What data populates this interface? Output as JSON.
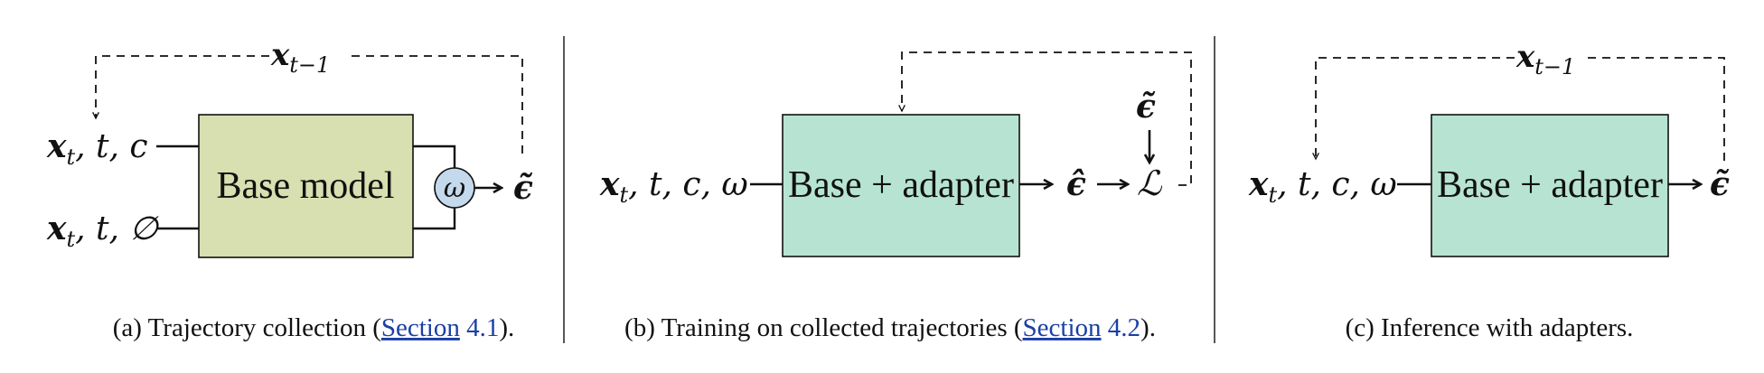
{
  "panel_a": {
    "feedback_label": "x",
    "feedback_sub": "t−1",
    "input_top": {
      "x": "x",
      "sub": "t",
      "rest": ", t, c"
    },
    "input_bottom": {
      "x": "x",
      "sub": "t",
      "rest": ", t, ∅"
    },
    "box_label": "Base model",
    "omega": "ω",
    "output": "ϵ̃",
    "caption_prefix": "(a) Trajectory collection (",
    "caption_link": "Section",
    "caption_ref": "4.1",
    "caption_suffix": ")."
  },
  "panel_b": {
    "input": {
      "x": "x",
      "sub": "t",
      "rest": ", t, c, ω"
    },
    "box_label": "Base + adapter",
    "output_hat": "ϵ̂",
    "loss": "ℒ",
    "target": "ϵ̃",
    "caption_prefix": "(b) Training on collected trajectories (",
    "caption_link": "Section",
    "caption_ref": "4.2",
    "caption_suffix": ")."
  },
  "panel_c": {
    "feedback_label": "x",
    "feedback_sub": "t−1",
    "input": {
      "x": "x",
      "sub": "t",
      "rest": ", t, c, ω"
    },
    "box_label": "Base + adapter",
    "output": "ϵ̃",
    "caption": "(c) Inference with adapters."
  },
  "colors": {
    "base_model_fill": "#d8dfb0",
    "adapter_fill": "#b7e4d2",
    "omega_fill": "#c5d9ec",
    "link": "#1a3fa6"
  }
}
